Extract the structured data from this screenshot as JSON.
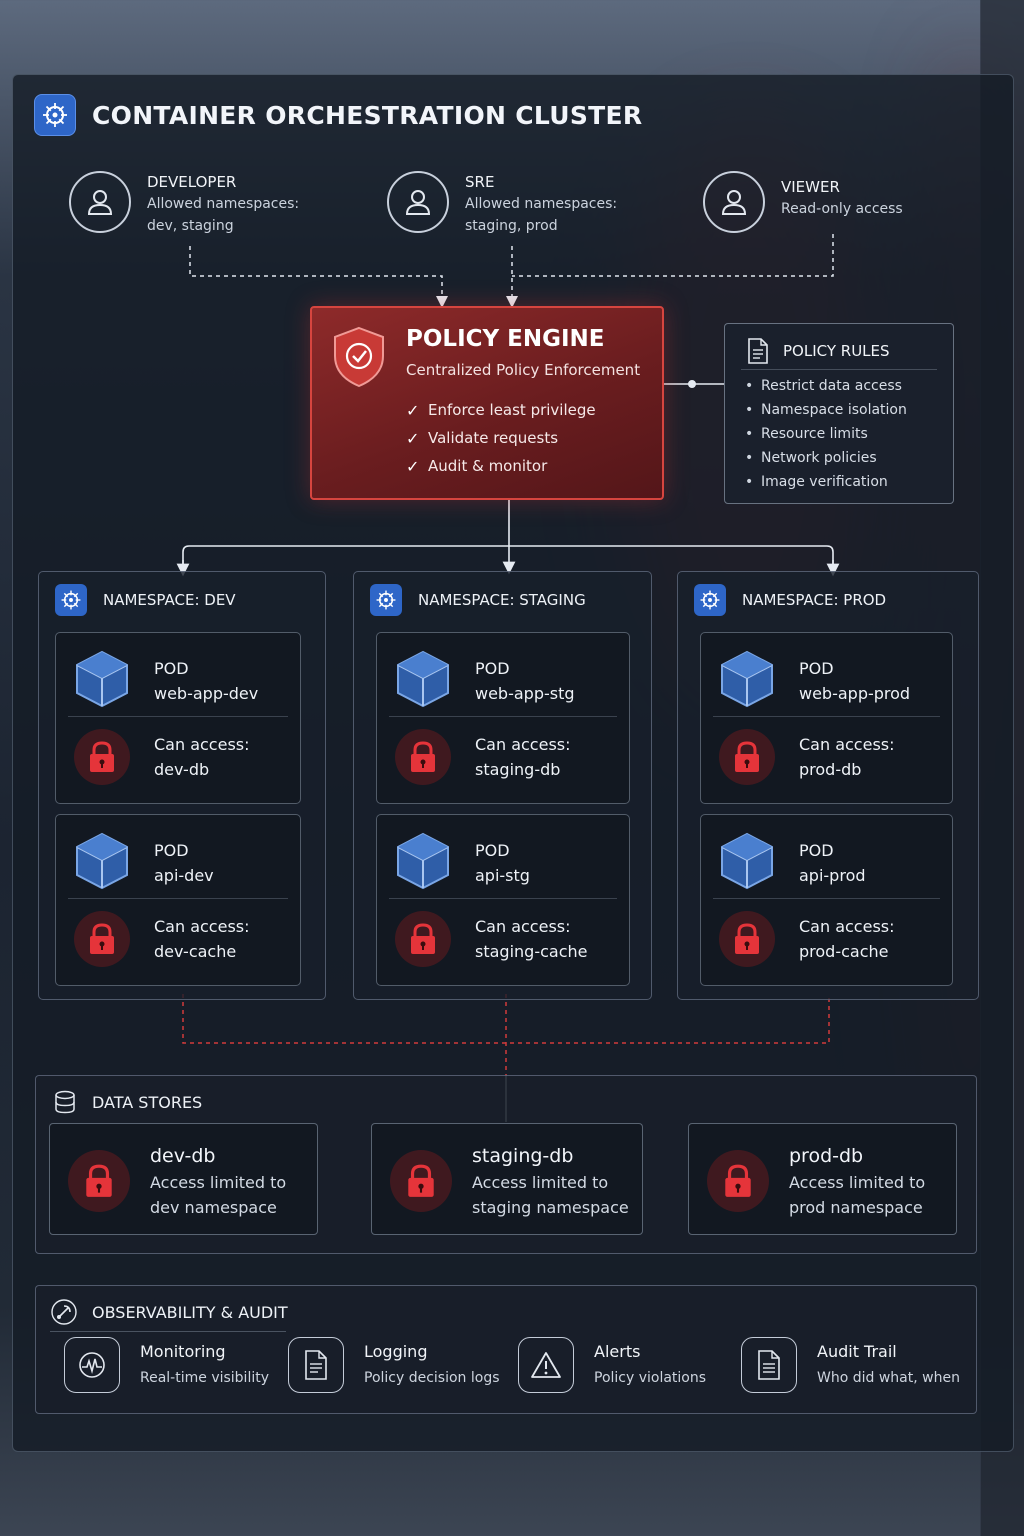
{
  "title": "CONTAINER ORCHESTRATION CLUSTER",
  "roles": [
    {
      "name": "DEVELOPER",
      "desc_line1": "Allowed namespaces:",
      "desc_line2": "dev, staging"
    },
    {
      "name": "SRE",
      "desc_line1": "Allowed namespaces:",
      "desc_line2": "staging, prod"
    },
    {
      "name": "VIEWER",
      "desc_line1": "Read-only access",
      "desc_line2": ""
    }
  ],
  "policy_engine": {
    "title": "POLICY ENGINE",
    "subtitle": "Centralized Policy Enforcement",
    "items": [
      "Enforce least privilege",
      "Validate requests",
      "Audit & monitor"
    ]
  },
  "policy_rules": {
    "title": "POLICY RULES",
    "items": [
      "Restrict data access",
      "Namespace isolation",
      "Resource limits",
      "Network policies",
      "Image verification"
    ]
  },
  "namespaces": [
    {
      "title": "NAMESPACE: DEV",
      "pods": [
        {
          "label": "POD",
          "name": "web-app-dev",
          "access_label": "Can access:",
          "access": "dev-db"
        },
        {
          "label": "POD",
          "name": "api-dev",
          "access_label": "Can access:",
          "access": "dev-cache"
        }
      ]
    },
    {
      "title": "NAMESPACE: STAGING",
      "pods": [
        {
          "label": "POD",
          "name": "web-app-stg",
          "access_label": "Can access:",
          "access": "staging-db"
        },
        {
          "label": "POD",
          "name": "api-stg",
          "access_label": "Can access:",
          "access": "staging-cache"
        }
      ]
    },
    {
      "title": "NAMESPACE: PROD",
      "pods": [
        {
          "label": "POD",
          "name": "web-app-prod",
          "access_label": "Can access:",
          "access": "prod-db"
        },
        {
          "label": "POD",
          "name": "api-prod",
          "access_label": "Can access:",
          "access": "prod-cache"
        }
      ]
    }
  ],
  "data_stores": {
    "title": "DATA STORES",
    "items": [
      {
        "name": "dev-db",
        "desc_line1": "Access limited to",
        "desc_line2": "dev namespace"
      },
      {
        "name": "staging-db",
        "desc_line1": "Access limited to",
        "desc_line2": "staging namespace"
      },
      {
        "name": "prod-db",
        "desc_line1": "Access limited to",
        "desc_line2": "prod namespace"
      }
    ]
  },
  "observability": {
    "title": "OBSERVABILITY & AUDIT",
    "items": [
      {
        "name": "Monitoring",
        "desc": "Real-time visibility",
        "icon": "monitoring-gauge-icon"
      },
      {
        "name": "Logging",
        "desc": "Policy decision logs",
        "icon": "log-document-icon"
      },
      {
        "name": "Alerts",
        "desc": "Policy violations",
        "icon": "warning-triangle-icon"
      },
      {
        "name": "Audit Trail",
        "desc": "Who did what, when",
        "icon": "audit-document-icon"
      }
    ]
  },
  "colors": {
    "accent_blue": "#2e66c8",
    "policy_red": "#d6453f",
    "lock_red": "#e5343a",
    "connector_white": "#e6ebf2",
    "connector_red_dashed": "#d13b3b"
  }
}
